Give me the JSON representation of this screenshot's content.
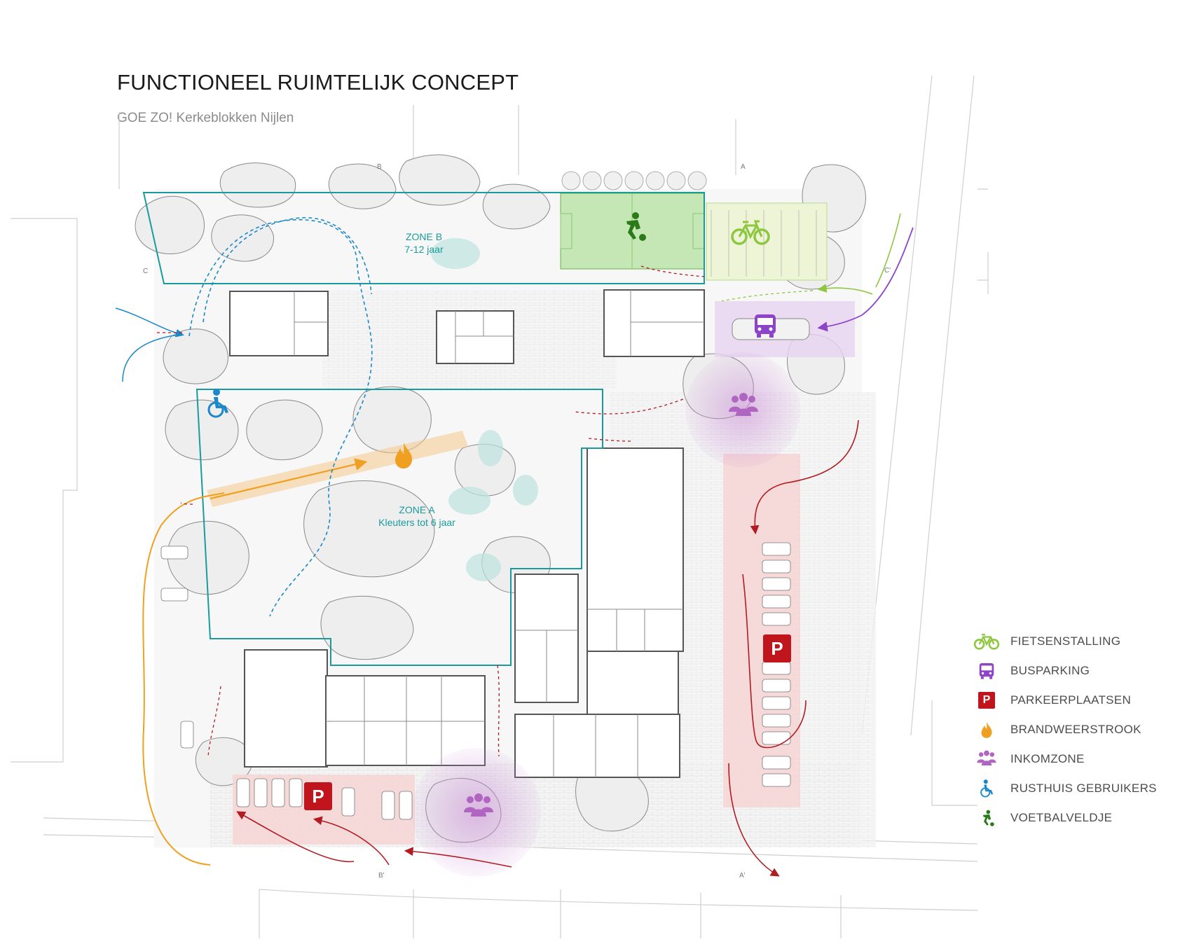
{
  "title": "FUNCTIONEEL RUIMTELIJK CONCEPT",
  "subtitle": "GOE ZO! Kerkeblokken Nijlen",
  "zones": {
    "zone_b": {
      "name": "ZONE B",
      "ages": "7-12 jaar"
    },
    "zone_a": {
      "name": "ZONE A",
      "ages": "Kleuters tot 6 jaar"
    }
  },
  "section_markers": {
    "a": "A",
    "a_prime": "A'",
    "b": "B",
    "b_prime": "B'",
    "c": "C",
    "c_prime": "C'"
  },
  "parking_symbol": "P",
  "legend": [
    {
      "icon": "bicycle-icon",
      "label": "FIETSENSTALLING",
      "color": "#8dc63f"
    },
    {
      "icon": "bus-icon",
      "label": "BUSPARKING",
      "color": "#8e44c8"
    },
    {
      "icon": "parking-icon",
      "label": "PARKEERPLAATSEN",
      "color": "#c0151c"
    },
    {
      "icon": "fire-icon",
      "label": "BRANDWEERSTROOK",
      "color": "#f0a020"
    },
    {
      "icon": "people-icon",
      "label": "INKOMZONE",
      "color": "#b065c0"
    },
    {
      "icon": "wheelchair-icon",
      "label": "RUSTHUIS GEBRUIKERS",
      "color": "#1a88c9"
    },
    {
      "icon": "football-player-icon",
      "label": "VOETBALVELDJE",
      "color": "#2a7a1a"
    }
  ]
}
